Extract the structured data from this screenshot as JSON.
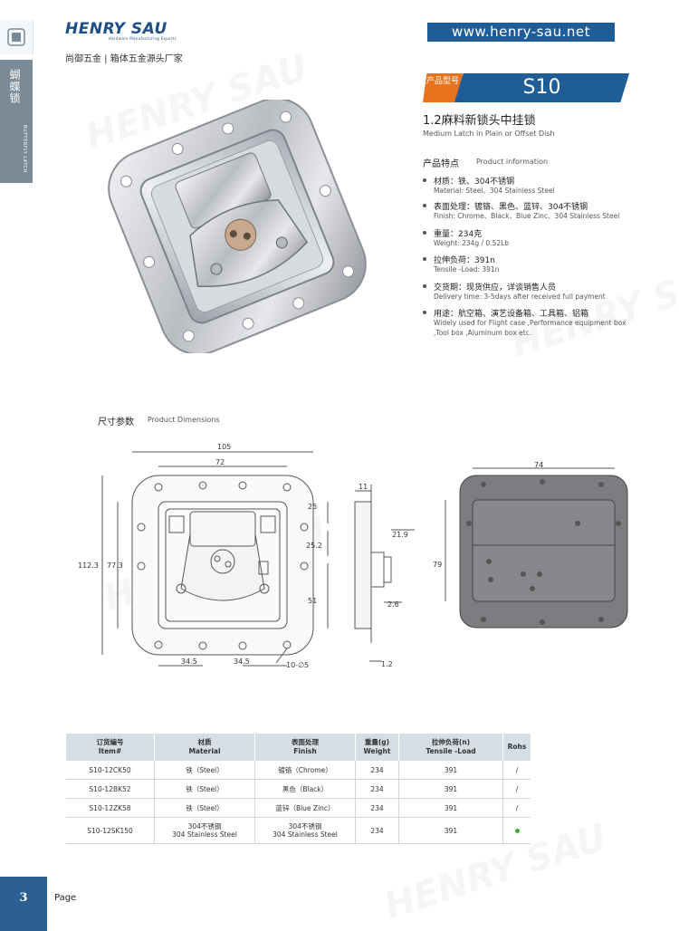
{
  "header": {
    "logo_text": "HENRY SAU",
    "logo_sub": "Hardware Manufacturing Experts",
    "tagline": "尚御五金 | 箱体五金源头厂家",
    "url": "www.henry-sau.net"
  },
  "side_tab": {
    "label_cn": "蝴蝶锁",
    "label_en": "BUTTERFLY LATCH"
  },
  "product": {
    "badge_label": "产品型号",
    "model": "S10",
    "title": "1.2麻料新锁头中挂锁",
    "subtitle": "Medium Latch in Plain or Offset Dish"
  },
  "info": {
    "heading": "产品特点",
    "heading_en": "Product information",
    "features": [
      {
        "cn": "材质：铁、304不锈钢",
        "en": "Material: Steel、304 Stainless Steel"
      },
      {
        "cn": "表面处理：镀铬、黑色、蓝锌、304不锈钢",
        "en": "Finish: Chrome、Black、Blue Zinc、304 Stainless Steel"
      },
      {
        "cn": "重量：234克",
        "en": "Weight: 234g / 0.52Lb"
      },
      {
        "cn": "拉伸负荷：391n",
        "en": "Tensile -Load: 391n"
      },
      {
        "cn": "交货期：现货供应，详谈销售人员",
        "en": "Delivery time: 3-5days after received full payment"
      },
      {
        "cn": "用途：航空箱、演艺设备箱、工具箱、铝箱",
        "en": "Widely used for Flight case ,Performance equipment box ,Tool box ,Aluminum box etc."
      }
    ]
  },
  "dimensions": {
    "heading": "尺寸参数",
    "heading_en": "Product Dimensions",
    "labels": {
      "w105": "105",
      "w72": "72",
      "h112": "112.3",
      "h77": "77.3",
      "d25": "25",
      "d252": "25.2",
      "d51": "51",
      "b345a": "34.5",
      "b345b": "34.5",
      "holes": "10-∅5",
      "s11": "11",
      "s219": "21.9",
      "s26": "2.6",
      "s12": "1.2",
      "r74": "74",
      "r79": "79"
    }
  },
  "table": {
    "headers": [
      {
        "cn": "订货编号",
        "en": "Item#"
      },
      {
        "cn": "材质",
        "en": "Material"
      },
      {
        "cn": "表面处理",
        "en": "Finish"
      },
      {
        "cn": "重量(g)",
        "en": "Weight"
      },
      {
        "cn": "拉伸负荷(n)",
        "en": "Tensile -Load"
      },
      {
        "cn": "Rohs",
        "en": ""
      }
    ],
    "rows": [
      {
        "item": "S10-12CK50",
        "material": "铁（Steel）",
        "material2": "",
        "finish": "镀铬（Chrome）",
        "finish2": "",
        "weight": "234",
        "load": "391",
        "rohs": "/"
      },
      {
        "item": "S10-12BK52",
        "material": "铁（Steel）",
        "material2": "",
        "finish": "黑色（Black）",
        "finish2": "",
        "weight": "234",
        "load": "391",
        "rohs": "/"
      },
      {
        "item": "S10-12ZK58",
        "material": "铁（Steel）",
        "material2": "",
        "finish": "蓝锌（Blue Zinc）",
        "finish2": "",
        "weight": "234",
        "load": "391",
        "rohs": "/"
      },
      {
        "item": "S10-12SK150",
        "material": "304不锈钢",
        "material2": "304 Stainless Steel",
        "finish": "304不锈钢",
        "finish2": "304 Stainless Steel",
        "weight": "234",
        "load": "391",
        "rohs": ""
      }
    ]
  },
  "footer": {
    "page_number": "3",
    "page_label": "Page"
  },
  "colors": {
    "brand_blue": "#1f5d96",
    "accent_orange": "#e8731c",
    "rohs_green": "#3fae2a"
  }
}
